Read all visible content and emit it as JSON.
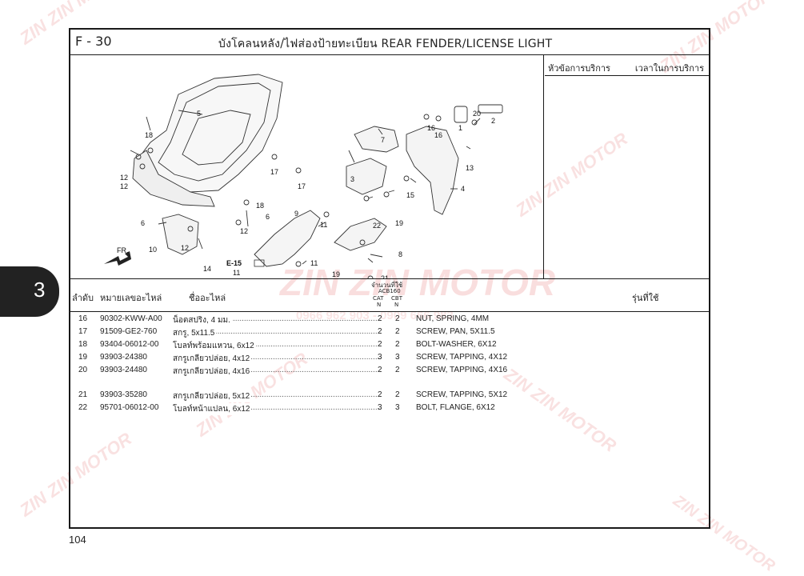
{
  "header": {
    "code": "F - 30",
    "title": "บังโคลนหลัง/ไฟส่องป้ายทะเบียน  REAR FENDER/LICENSE LIGHT"
  },
  "service_panel": {
    "topic_label": "หัวข้อการบริการ",
    "time_label": "เวลาในการบริการ"
  },
  "table_header": {
    "index": "ลำดับ",
    "part_no": "หมายเลขอะไหล่",
    "part_name": "ชื่ออะไหล่",
    "qty_label": "จำนวนที่ใช้",
    "model_code": "ACB160",
    "col_cat": "CAT",
    "col_cbt": "CBT",
    "col_n1": "N",
    "col_n2": "N",
    "models": "รุ่นที่ใช้"
  },
  "parts": [
    {
      "idx": "16",
      "part_no": "90302-KWW-A00",
      "name_th": "น็อตสปริง, 4 มม.",
      "cat": "2",
      "cbt": "2",
      "name_en": "NUT, SPRING, 4MM"
    },
    {
      "idx": "17",
      "part_no": "91509-GE2-760",
      "name_th": "สกรู, 5x11.5",
      "cat": "2",
      "cbt": "2",
      "name_en": "SCREW, PAN, 5X11.5"
    },
    {
      "idx": "18",
      "part_no": "93404-06012-00",
      "name_th": "โบลท์พร้อมแหวน, 6x12",
      "cat": "2",
      "cbt": "2",
      "name_en": "BOLT-WASHER, 6X12"
    },
    {
      "idx": "19",
      "part_no": "93903-24380",
      "name_th": "สกรูเกลียวปล่อย, 4x12",
      "cat": "3",
      "cbt": "3",
      "name_en": "SCREW, TAPPING, 4X12"
    },
    {
      "idx": "20",
      "part_no": "93903-24480",
      "name_th": "สกรูเกลียวปล่อย, 4x16",
      "cat": "2",
      "cbt": "2",
      "name_en": "SCREW, TAPPING, 4X16"
    },
    {
      "idx": "21",
      "part_no": "93903-35280",
      "name_th": "สกรูเกลียวปล่อย, 5x12",
      "cat": "2",
      "cbt": "2",
      "name_en": "SCREW, TAPPING, 5X12"
    },
    {
      "idx": "22",
      "part_no": "95701-06012-00",
      "name_th": "โบลท์หน้าแปลน, 6x12",
      "cat": "3",
      "cbt": "3",
      "name_en": "BOLT, FLANGE, 6X12"
    }
  ],
  "diagram": {
    "ref": "E-15",
    "fr": "FR.",
    "callouts": [
      "1",
      "2",
      "3",
      "4",
      "5",
      "6",
      "7",
      "8",
      "9",
      "10",
      "11",
      "12",
      "13",
      "14",
      "15",
      "16",
      "17",
      "18",
      "19",
      "20",
      "21",
      "22"
    ]
  },
  "chapter": "3",
  "page_number": "104",
  "watermark": {
    "brand": "ZIN ZIN MOTOR",
    "phone": "0966 962 903 - 0909 666 983"
  }
}
